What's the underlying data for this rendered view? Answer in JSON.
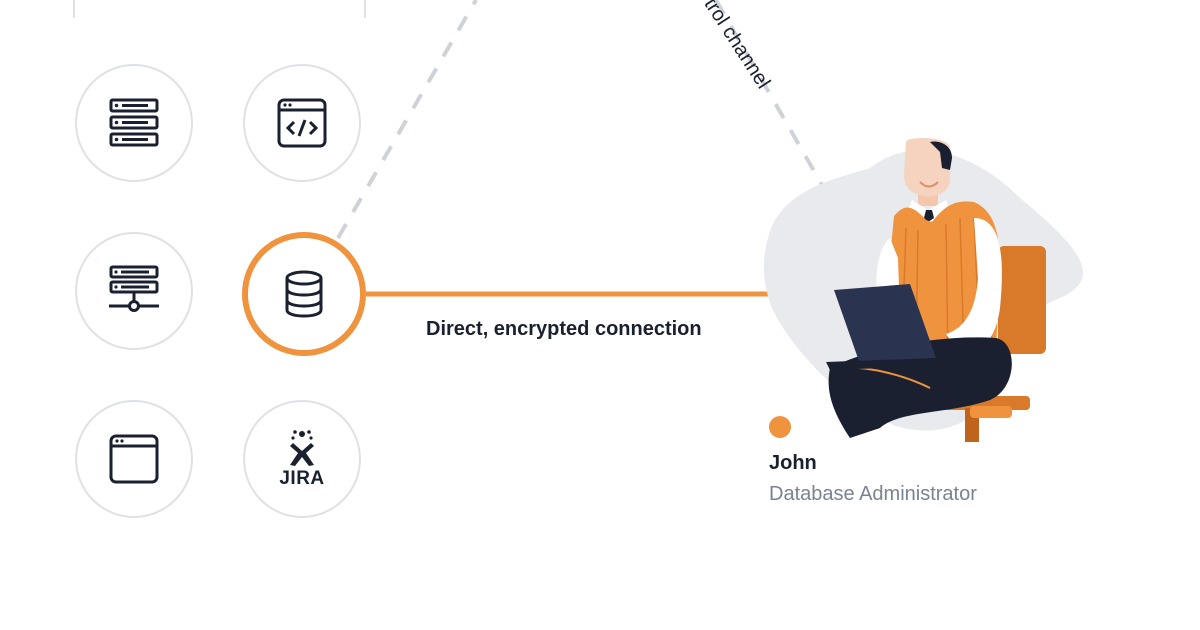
{
  "connection": {
    "label": "Direct, encrypted connection",
    "line_color": "#f0933e"
  },
  "control_channel": {
    "label": "Control channel",
    "visible_text": "trol channel"
  },
  "resources": [
    {
      "icon": "server-stack-icon"
    },
    {
      "icon": "code-window-icon"
    },
    {
      "icon": "network-server-icon"
    },
    {
      "icon": "database-icon",
      "selected": true
    },
    {
      "icon": "browser-window-icon"
    },
    {
      "icon": "jira-logo-icon",
      "text": "JIRA"
    }
  ],
  "user": {
    "name": "John",
    "role": "Database Administrator",
    "status_color": "#f0933e"
  },
  "colors": {
    "accent": "#f0933e",
    "dark": "#1b2030",
    "muted": "#7b8290",
    "border": "#dfe1e5"
  }
}
